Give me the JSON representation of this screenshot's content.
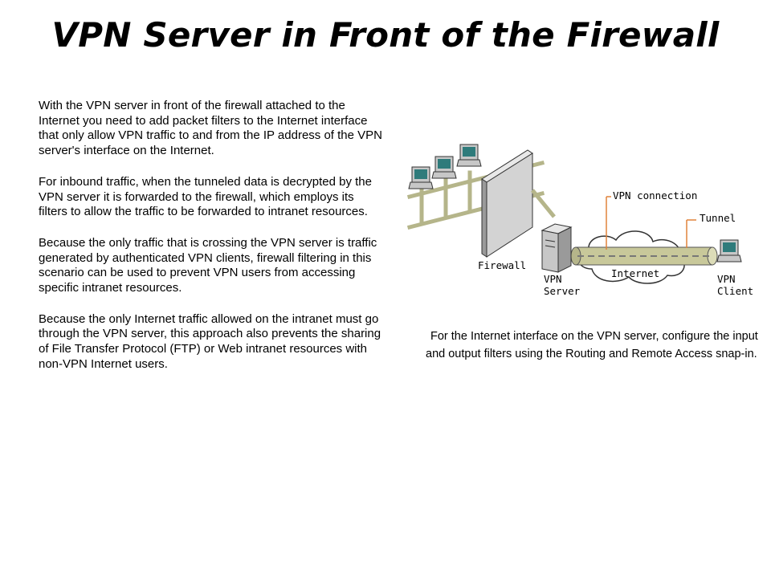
{
  "slide": {
    "title": "VPN Server in Front of the Firewall",
    "paragraphs": [
      "With the VPN server in front of the firewall attached to the Internet you need to add packet filters to the Internet interface that only allow VPN traffic to and from the IP address of the VPN server's interface on the Internet.",
      "For inbound traffic, when the tunneled data is decrypted by the VPN server it is forwarded to the firewall, which employs its filters to allow the traffic to be forwarded to intranet resources.",
      "Because the only traffic that is crossing the VPN server is traffic generated by authenticated VPN clients, firewall filtering in this scenario can be used to prevent VPN users from accessing specific intranet resources.",
      "Because the only Internet traffic allowed on the intranet must go through the VPN server, this approach also prevents the sharing of File Transfer Protocol (FTP) or Web intranet resources with non-VPN Internet users."
    ],
    "caption": "For the Internet interface on the VPN server, configure the input and output filters using the Routing and Remote Access snap-in."
  },
  "diagram": {
    "labels": {
      "vpn_connection": "VPN connection",
      "tunnel": "Tunnel",
      "firewall": "Firewall",
      "internet": "Internet",
      "vpn_server_line1": "VPN",
      "vpn_server_line2": "Server",
      "vpn_client_line1": "VPN",
      "vpn_client_line2": "Client"
    },
    "colors": {
      "cable": "#b5b58a",
      "tunnel": "#c8c89a",
      "callout": "#e0823a",
      "wall": "#d3d3d3",
      "device": "#c7c7c7",
      "screen": "#2f7b7b"
    }
  }
}
